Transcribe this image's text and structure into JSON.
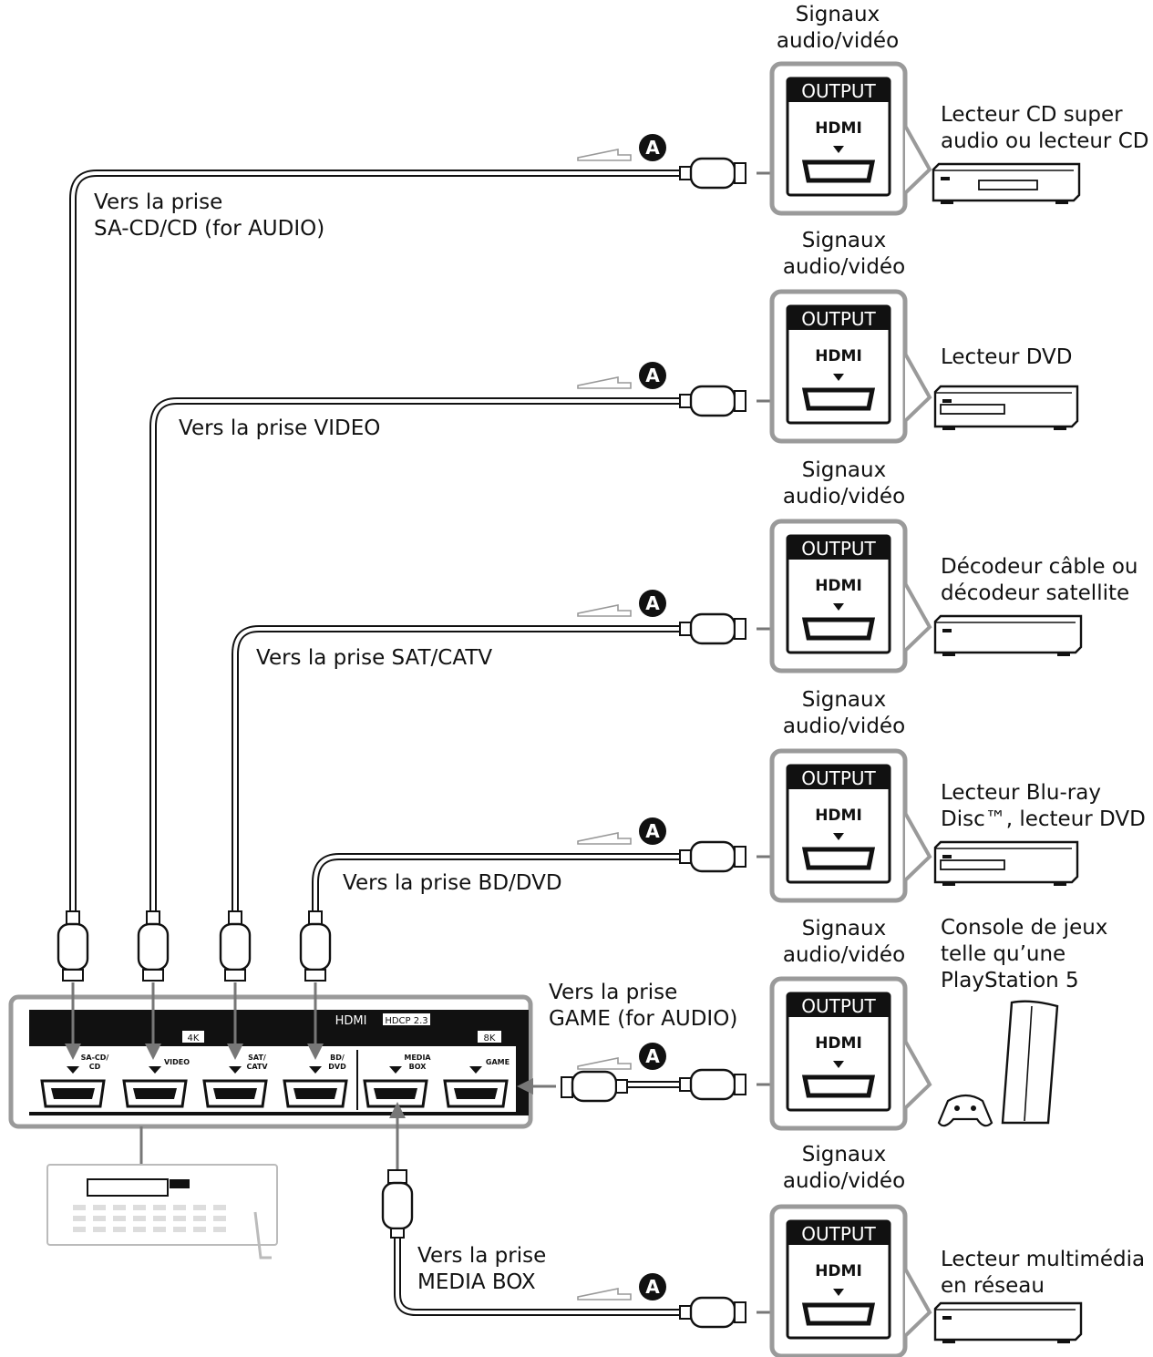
{
  "labels": {
    "signal": [
      "Signaux",
      "audio/vidéo"
    ],
    "output": "OUTPUT",
    "hdmi": "HDMI",
    "cable_marker": "A"
  },
  "devices": [
    {
      "name": "Lecteur CD super\naudio ou lecteur CD",
      "jack": "Vers la prise\nSA-CD/CD (for AUDIO)"
    },
    {
      "name": "Lecteur DVD",
      "jack": "Vers la prise VIDEO"
    },
    {
      "name": "Décodeur câble ou\ndécodeur satellite",
      "jack": "Vers la prise SAT/CATV"
    },
    {
      "name": "Lecteur Blu-ray\nDisc™, lecteur DVD",
      "jack": "Vers la prise BD/DVD"
    },
    {
      "name": "Console de jeux\ntelle qu’une\nPlayStation 5",
      "jack": "Vers la prise\nGAME (for AUDIO)"
    },
    {
      "name": "Lecteur multimédia\nen réseau",
      "jack": "Vers la prise\nMEDIA BOX"
    }
  ],
  "receiver_panel": {
    "title": "HDMI",
    "badge_hdcp": "HDCP 2.3",
    "badge_4k": "4K",
    "badge_8k": "8K",
    "jacks": [
      "SA-CD/\nCD",
      "VIDEO",
      "SAT/\nCATV",
      "BD/\nDVD",
      "MEDIA\nBOX",
      "GAME"
    ]
  }
}
